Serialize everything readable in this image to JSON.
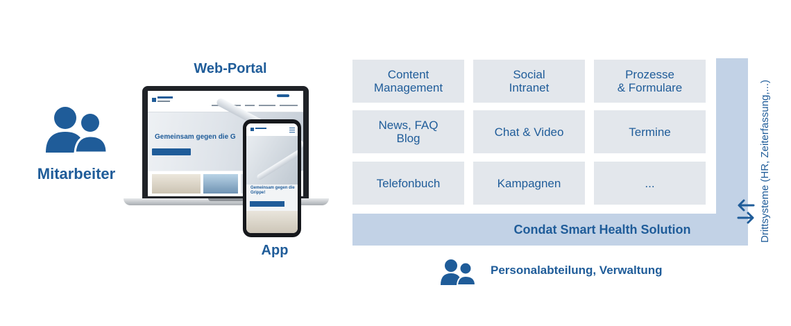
{
  "left": {
    "employees_label": "Mitarbeiter",
    "employees_icon": "people-icon"
  },
  "channels": {
    "webportal_label": "Web-Portal",
    "app_label": "App",
    "site_hero_title": "Gemeinsam gegen die G",
    "app_hero_title": "Gemeinsam gegen die Grippe!"
  },
  "modules": [
    "Content\nManagement",
    "Social\nIntranet",
    "Prozesse\n& Formulare",
    "News, FAQ\nBlog",
    "Chat & Video",
    "Termine",
    "Telefonbuch",
    "Kampagnen",
    "..."
  ],
  "platform": {
    "name": "Condat Smart Health Solution",
    "third_party": "Drittsysteme (HR, Zeiterfassung,...)",
    "swap_icon": "bidirectional-arrows-icon"
  },
  "admin": {
    "label": "Personalabteilung, Verwaltung",
    "icon": "people-icon"
  },
  "colors": {
    "brand": "#1f5c99",
    "tile": "#e3e7ec",
    "bar": "#c2d2e6"
  }
}
